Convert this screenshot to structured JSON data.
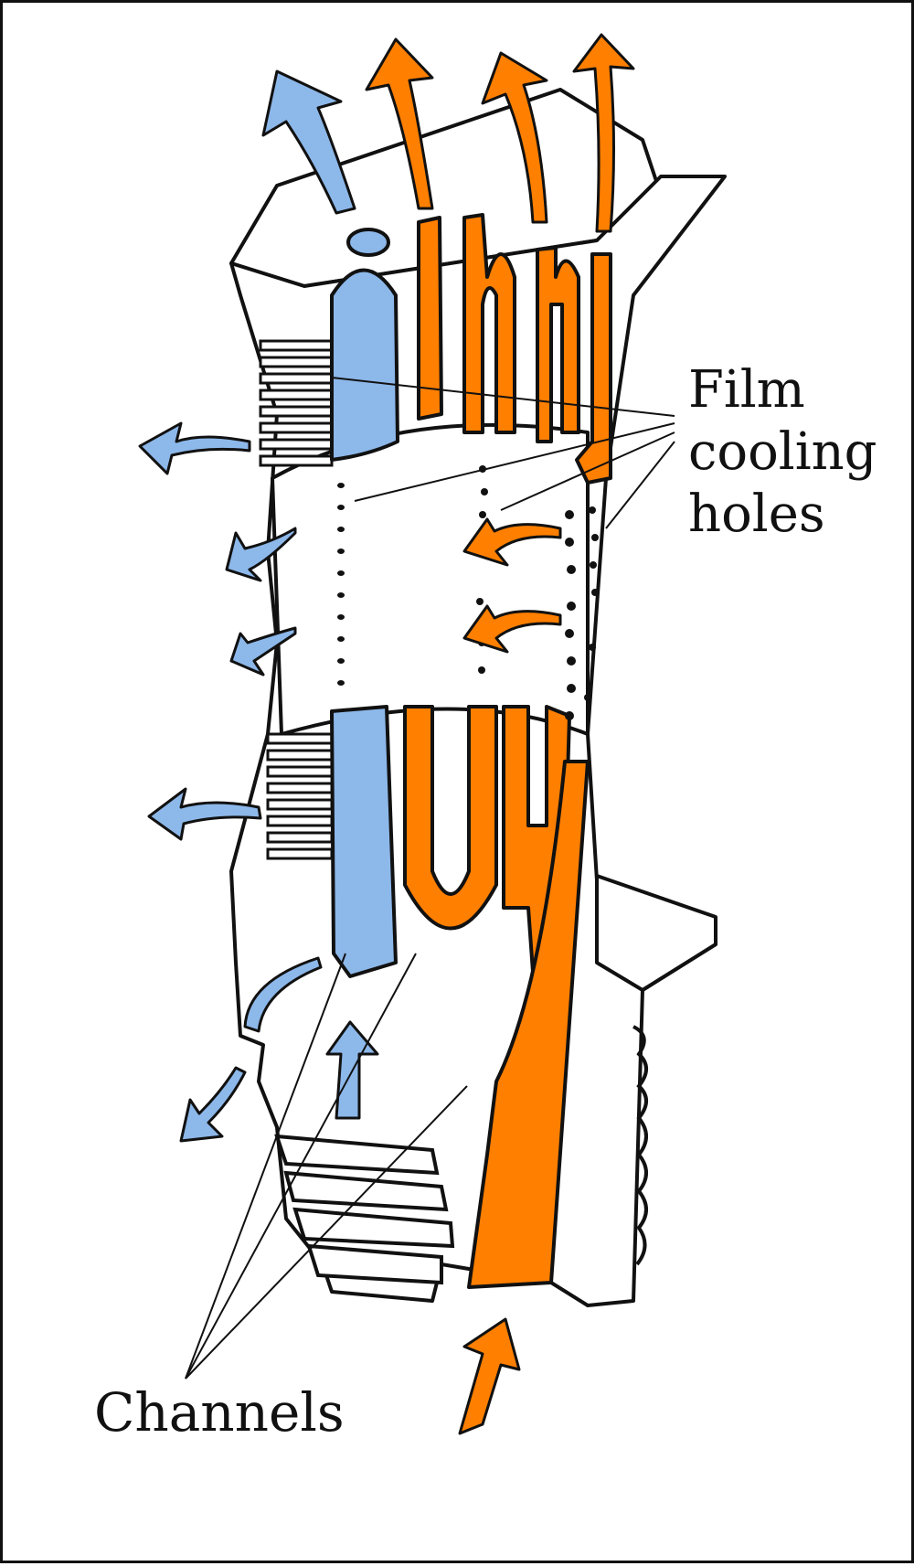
{
  "labels": {
    "film_cooling": [
      "Film",
      "cooling",
      "holes"
    ],
    "channels": "Channels"
  },
  "colors": {
    "cool_air": "#8db8ea",
    "hot_air": "#ff7f00",
    "outline": "#111111",
    "background": "#ffffff"
  }
}
